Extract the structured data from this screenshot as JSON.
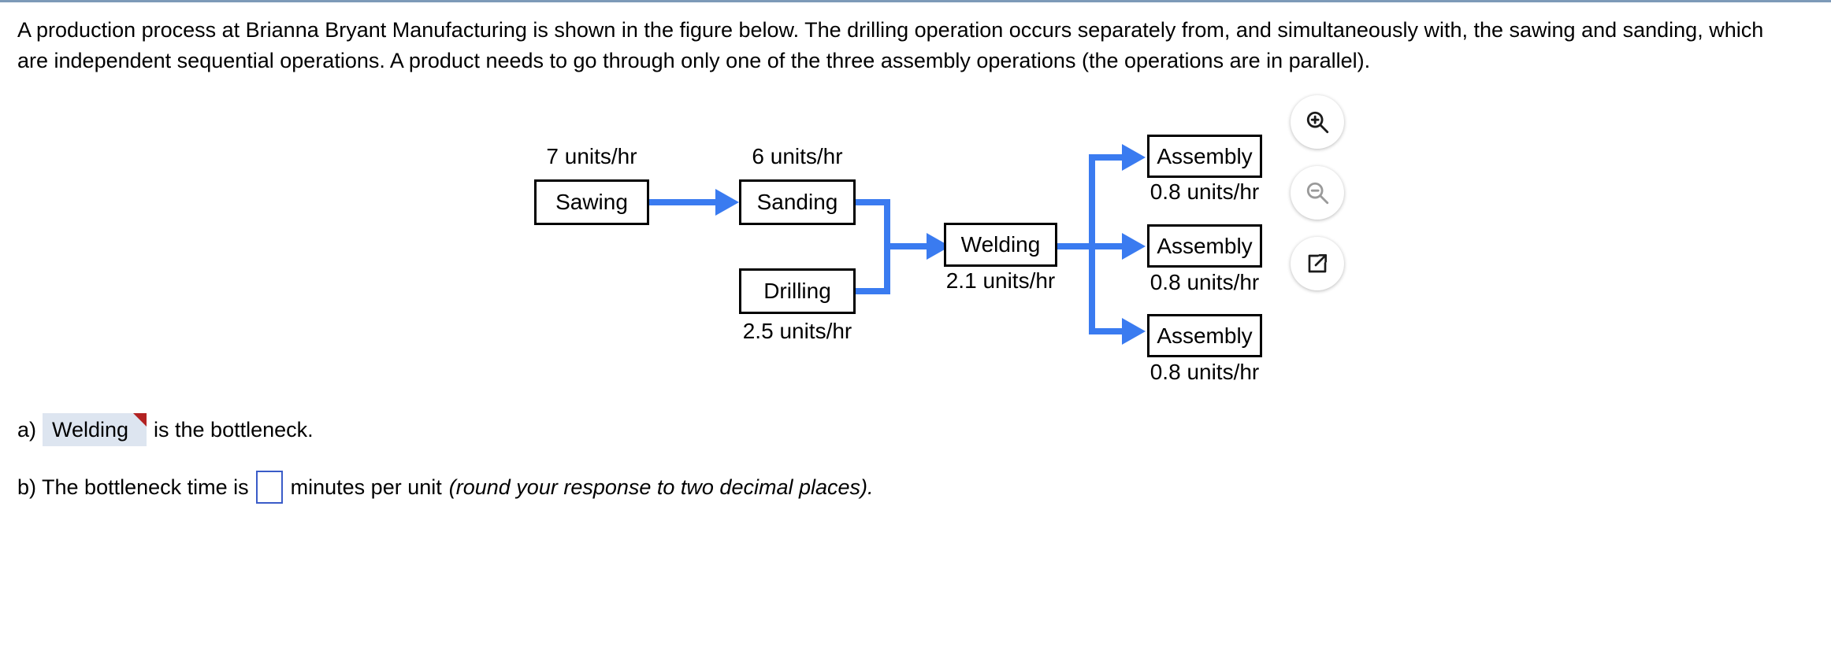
{
  "statement": {
    "text": "A production process at Brianna Bryant Manufacturing is shown in the figure below. The drilling operation occurs separately from, and simultaneously with, the sawing and sanding, which are independent sequential operations. A product needs to go through only one of the three assembly operations (the operations are in parallel)."
  },
  "figure": {
    "nodes": [
      {
        "label": "Sawing",
        "rate": "7 units/hr"
      },
      {
        "label": "Sanding",
        "rate": "6 units/hr"
      },
      {
        "label": "Drilling",
        "rate": "2.5 units/hr"
      },
      {
        "label": "Welding",
        "rate": "2.1 units/hr"
      },
      {
        "label": "Assembly",
        "rate": "0.8 units/hr"
      },
      {
        "label": "Assembly",
        "rate": "0.8 units/hr"
      },
      {
        "label": "Assembly",
        "rate": "0.8 units/hr"
      }
    ],
    "accent_color": "#3a7bf0",
    "border_color": "#000000"
  },
  "toolbar": {
    "buttons": [
      {
        "name": "zoom-in",
        "enabled": true
      },
      {
        "name": "zoom-out",
        "enabled": false
      },
      {
        "name": "pop-out",
        "enabled": true
      }
    ]
  },
  "answers": {
    "a": {
      "prefix": "a)",
      "selected": "Welding",
      "suffix": "is the bottleneck.",
      "flag_color": "#b22222"
    },
    "b": {
      "prefix": "b) The bottleneck time is",
      "value": "",
      "middle": "minutes per unit",
      "hint": "(round your response to two decimal places).",
      "input_border": "#3a5cc8"
    }
  }
}
